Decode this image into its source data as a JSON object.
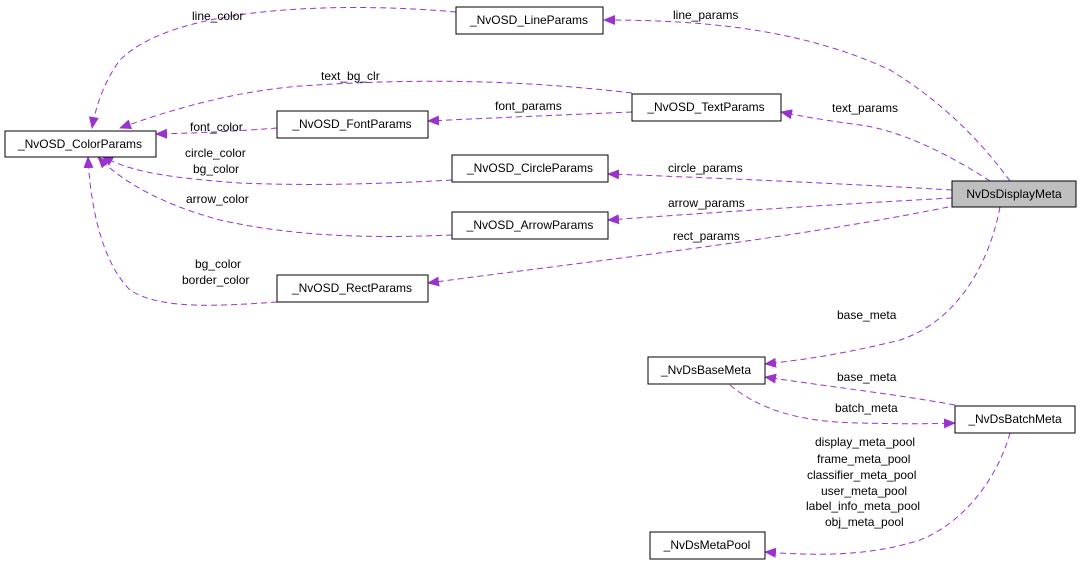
{
  "theme": {
    "edge_color": "#9a32cd",
    "highlight_fill": "#bfbfbf"
  },
  "nodes": {
    "color_params": "_NvOSD_ColorParams",
    "line_params": "_NvOSD_LineParams",
    "font_params": "_NvOSD_FontParams",
    "text_params": "_NvOSD_TextParams",
    "circle_params": "_NvOSD_CircleParams",
    "arrow_params": "_NvOSD_ArrowParams",
    "rect_params": "_NvOSD_RectParams",
    "display_meta": "NvDsDisplayMeta",
    "base_meta": "_NvDsBaseMeta",
    "batch_meta": "_NvDsBatchMeta",
    "meta_pool": "_NvDsMetaPool"
  },
  "edge_labels": {
    "line_color": "line_color",
    "text_bg_clr": "text_bg_clr",
    "font_color": "font_color",
    "circle_color": "circle_color",
    "circle_bg_color": "bg_color",
    "arrow_color": "arrow_color",
    "rect_bg_color": "bg_color",
    "rect_border_color": "border_color",
    "line_params": "line_params",
    "font_params": "font_params",
    "text_params": "text_params",
    "circle_params": "circle_params",
    "arrow_params": "arrow_params",
    "rect_params": "rect_params",
    "base_meta_display": "base_meta",
    "base_meta_batch": "base_meta",
    "batch_meta": "batch_meta",
    "pool_display": "display_meta_pool",
    "pool_frame": "frame_meta_pool",
    "pool_classifier": "classifier_meta_pool",
    "pool_user": "user_meta_pool",
    "pool_label_info": "label_info_meta_pool",
    "pool_obj": "obj_meta_pool"
  }
}
